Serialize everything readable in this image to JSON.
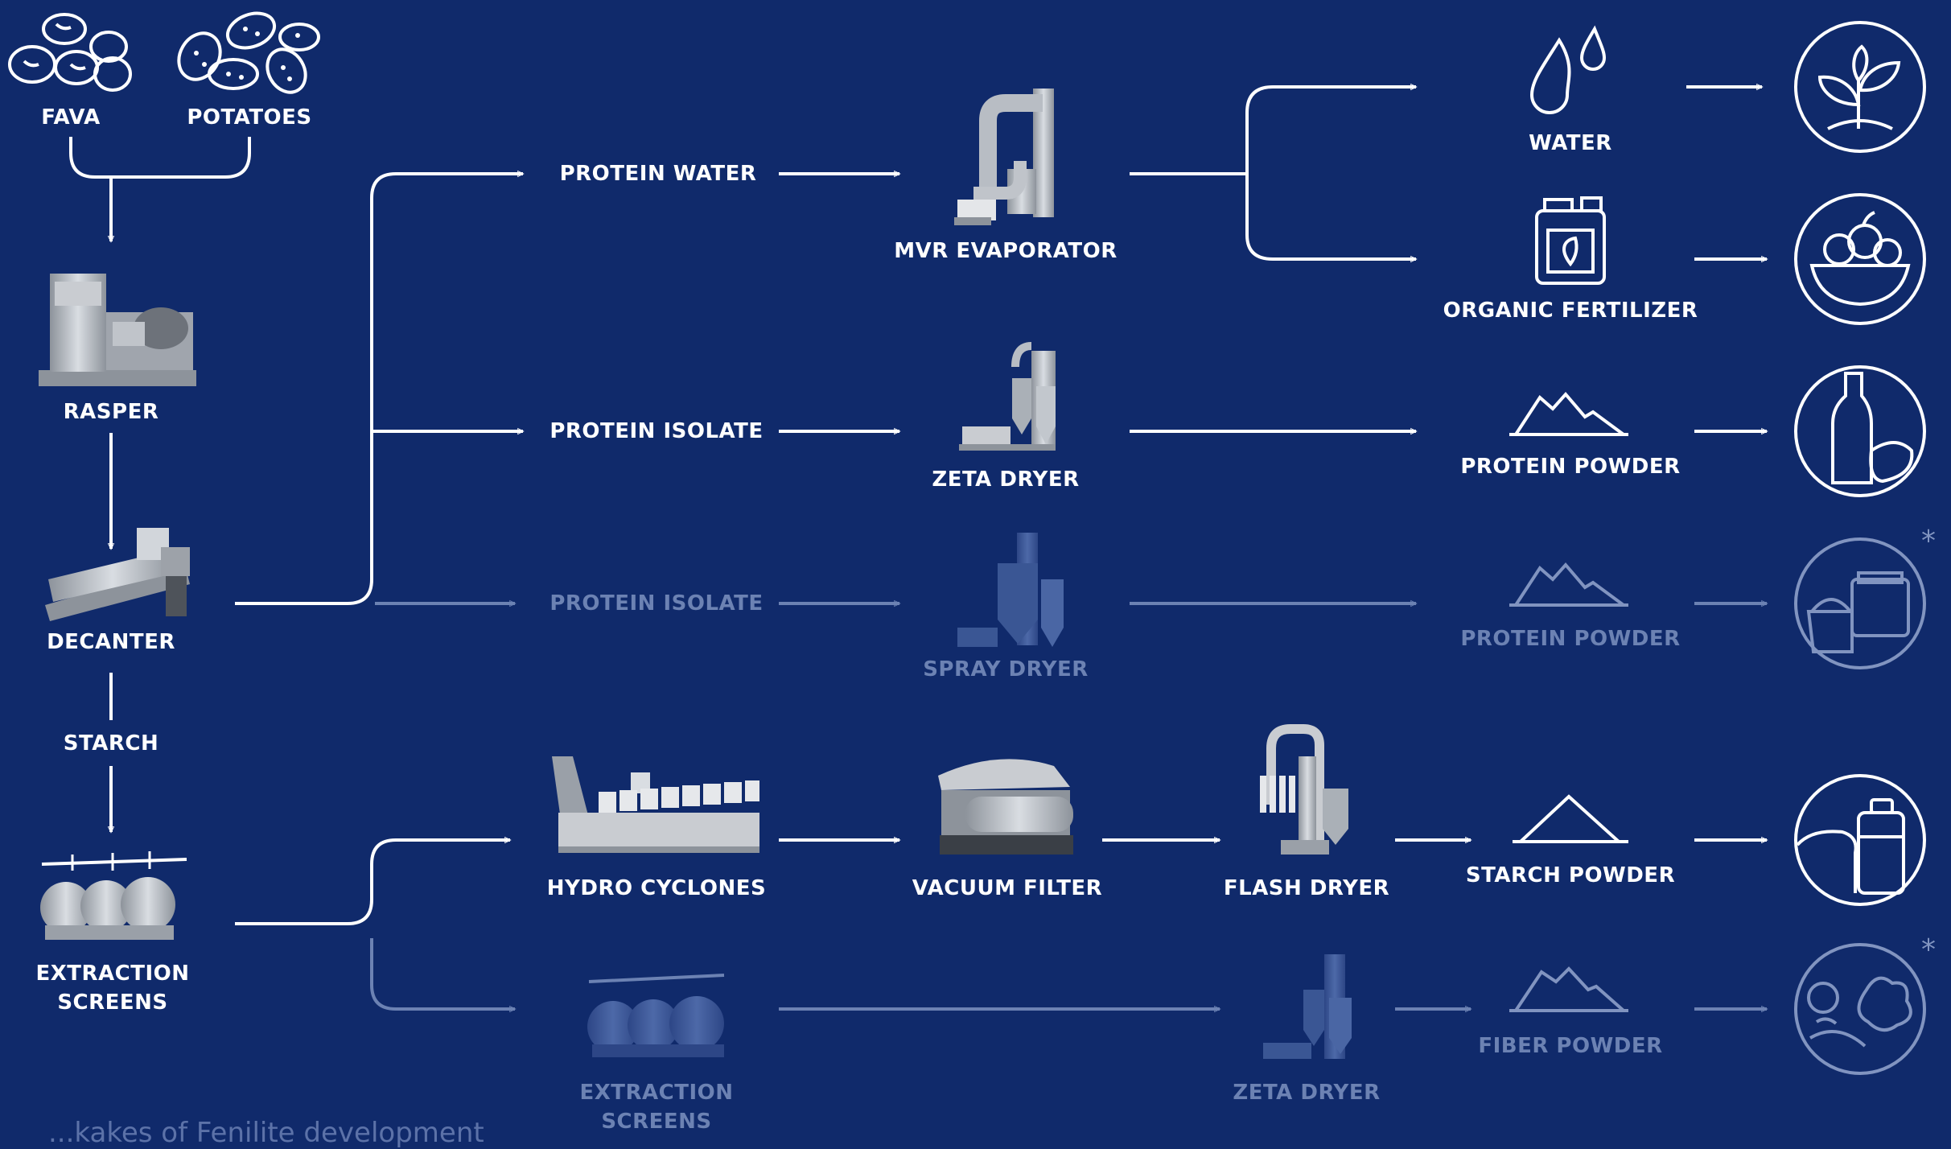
{
  "colors": {
    "background": "#102a6b",
    "line": "#ffffff",
    "dim_line": "#6c82b3",
    "equipment_fill": "#b8bdc4",
    "dim_equipment_fill": "#3a5694"
  },
  "inputs": {
    "fava": "FAVA",
    "potatoes": "POTATOES"
  },
  "equipment": {
    "rasper": "RASPER",
    "decanter": "DECANTER",
    "starch": "STARCH",
    "extraction_screens": "EXTRACTION\nSCREENS",
    "mvr_evaporator": "MVR EVAPORATOR",
    "zeta_dryer": "ZETA DRYER",
    "spray_dryer": "SPRAY DRYER",
    "hydro_cyclones": "HYDRO CYCLONES",
    "vacuum_filter": "VACUUM FILTER",
    "flash_dryer": "FLASH DRYER",
    "extraction_screens_2": "EXTRACTION\nSCREENS",
    "zeta_dryer_2": "ZETA DRYER"
  },
  "streams": {
    "protein_water": "PROTEIN WATER",
    "protein_isolate": "PROTEIN ISOLATE",
    "protein_isolate_2": "PROTEIN ISOLATE"
  },
  "products": {
    "water": "WATER",
    "organic_fertilizer": "ORGANIC FERTILIZER",
    "protein_powder": "PROTEIN POWDER",
    "protein_powder_2": "PROTEIN POWDER",
    "starch_powder": "STARCH POWDER",
    "fiber_powder": "FIBER POWDER"
  },
  "applications": {
    "plant": "plant-icon",
    "fruit_bowl": "fruit-bowl-icon",
    "beverage": "bottle-icon",
    "dairy": "jars-icon",
    "bakery": "bread-icon",
    "fiber_food": "vegetables-icon"
  },
  "markers": {
    "asterisk_1": "*",
    "asterisk_2": "*"
  },
  "footnote": "...kakes of Fenilite development"
}
